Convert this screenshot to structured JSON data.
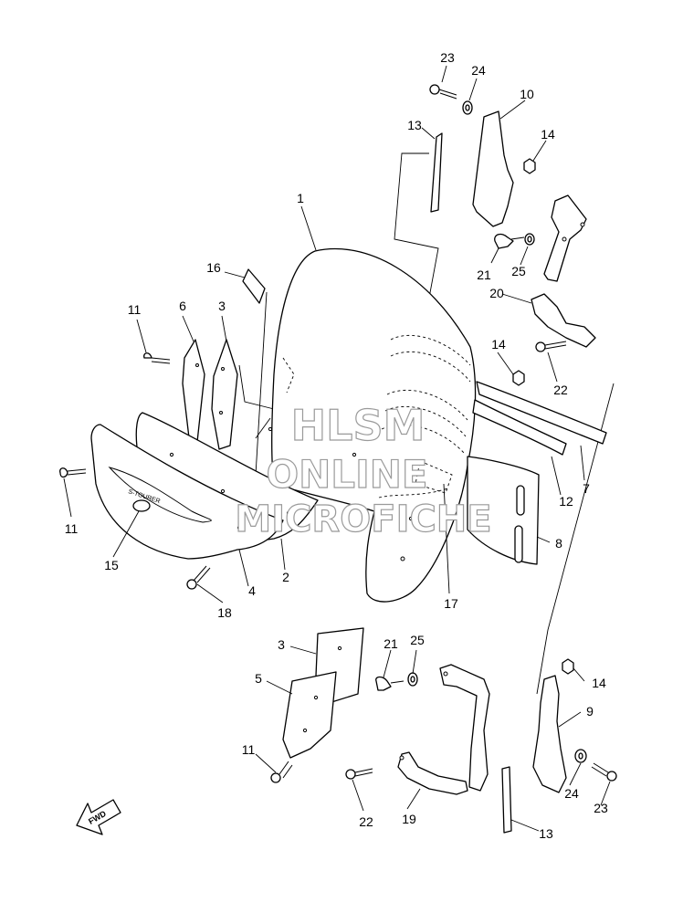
{
  "labels": [
    {
      "id": "23",
      "text": "23"
    },
    {
      "id": "24",
      "text": "24"
    },
    {
      "id": "10",
      "text": "10"
    },
    {
      "id": "13",
      "text": "13"
    },
    {
      "id": "14",
      "text": "14"
    },
    {
      "id": "1",
      "text": "1"
    },
    {
      "id": "16",
      "text": "16"
    },
    {
      "id": "21",
      "text": "21"
    },
    {
      "id": "25",
      "text": "25"
    },
    {
      "id": "20",
      "text": "20"
    },
    {
      "id": "6",
      "text": "6"
    },
    {
      "id": "3",
      "text": "3"
    },
    {
      "id": "11",
      "text": "11"
    },
    {
      "id": "22",
      "text": "22"
    },
    {
      "id": "7",
      "text": "7"
    },
    {
      "id": "12",
      "text": "12"
    },
    {
      "id": "8",
      "text": "8"
    },
    {
      "id": "15",
      "text": "15"
    },
    {
      "id": "4",
      "text": "4"
    },
    {
      "id": "2",
      "text": "2"
    },
    {
      "id": "18",
      "text": "18"
    },
    {
      "id": "17",
      "text": "17"
    },
    {
      "id": "5",
      "text": "5"
    },
    {
      "id": "9",
      "text": "9"
    },
    {
      "id": "19",
      "text": "19"
    },
    {
      "id": "fwd",
      "text": "FWD"
    }
  ],
  "watermark": {
    "line1": "HLSM",
    "line2": "ONLINE",
    "line3": "MICROFICHE"
  }
}
